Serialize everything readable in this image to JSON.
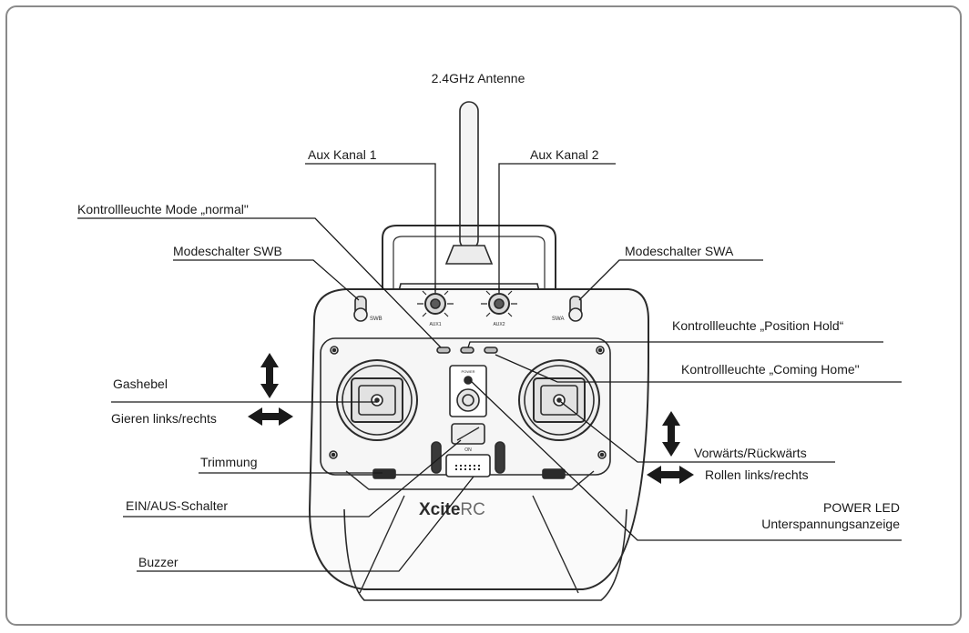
{
  "labels": {
    "antenna": "2.4GHz Antenne",
    "aux1": "Aux Kanal 1",
    "aux2": "Aux Kanal 2",
    "led_normal": "Kontrollleuchte Mode „normal\"",
    "swb": "Modeschalter SWB",
    "swa": "Modeschalter SWA",
    "led_position_hold": "Kontrollleuchte „Position Hold“",
    "led_coming_home": "Kontrollleuchte „Coming Home\"",
    "throttle": "Gashebel",
    "yaw": "Gieren links/rechts",
    "trim": "Trimmung",
    "power_switch": "EIN/AUS-Schalter",
    "buzzer": "Buzzer",
    "pitch": "Vorwärts/Rückwärts",
    "roll": "Rollen links/rechts",
    "power_led_line1": "POWER LED",
    "power_led_line2": "Unterspannungsanzeige"
  },
  "device": {
    "brand_bold": "Xcite",
    "brand_light": "RC",
    "knob1_text": "AUX1",
    "knob2_text": "AUX2",
    "swb_text": "SWB",
    "swa_text": "SWA",
    "power_text": "POWER",
    "on_text": "ON"
  }
}
